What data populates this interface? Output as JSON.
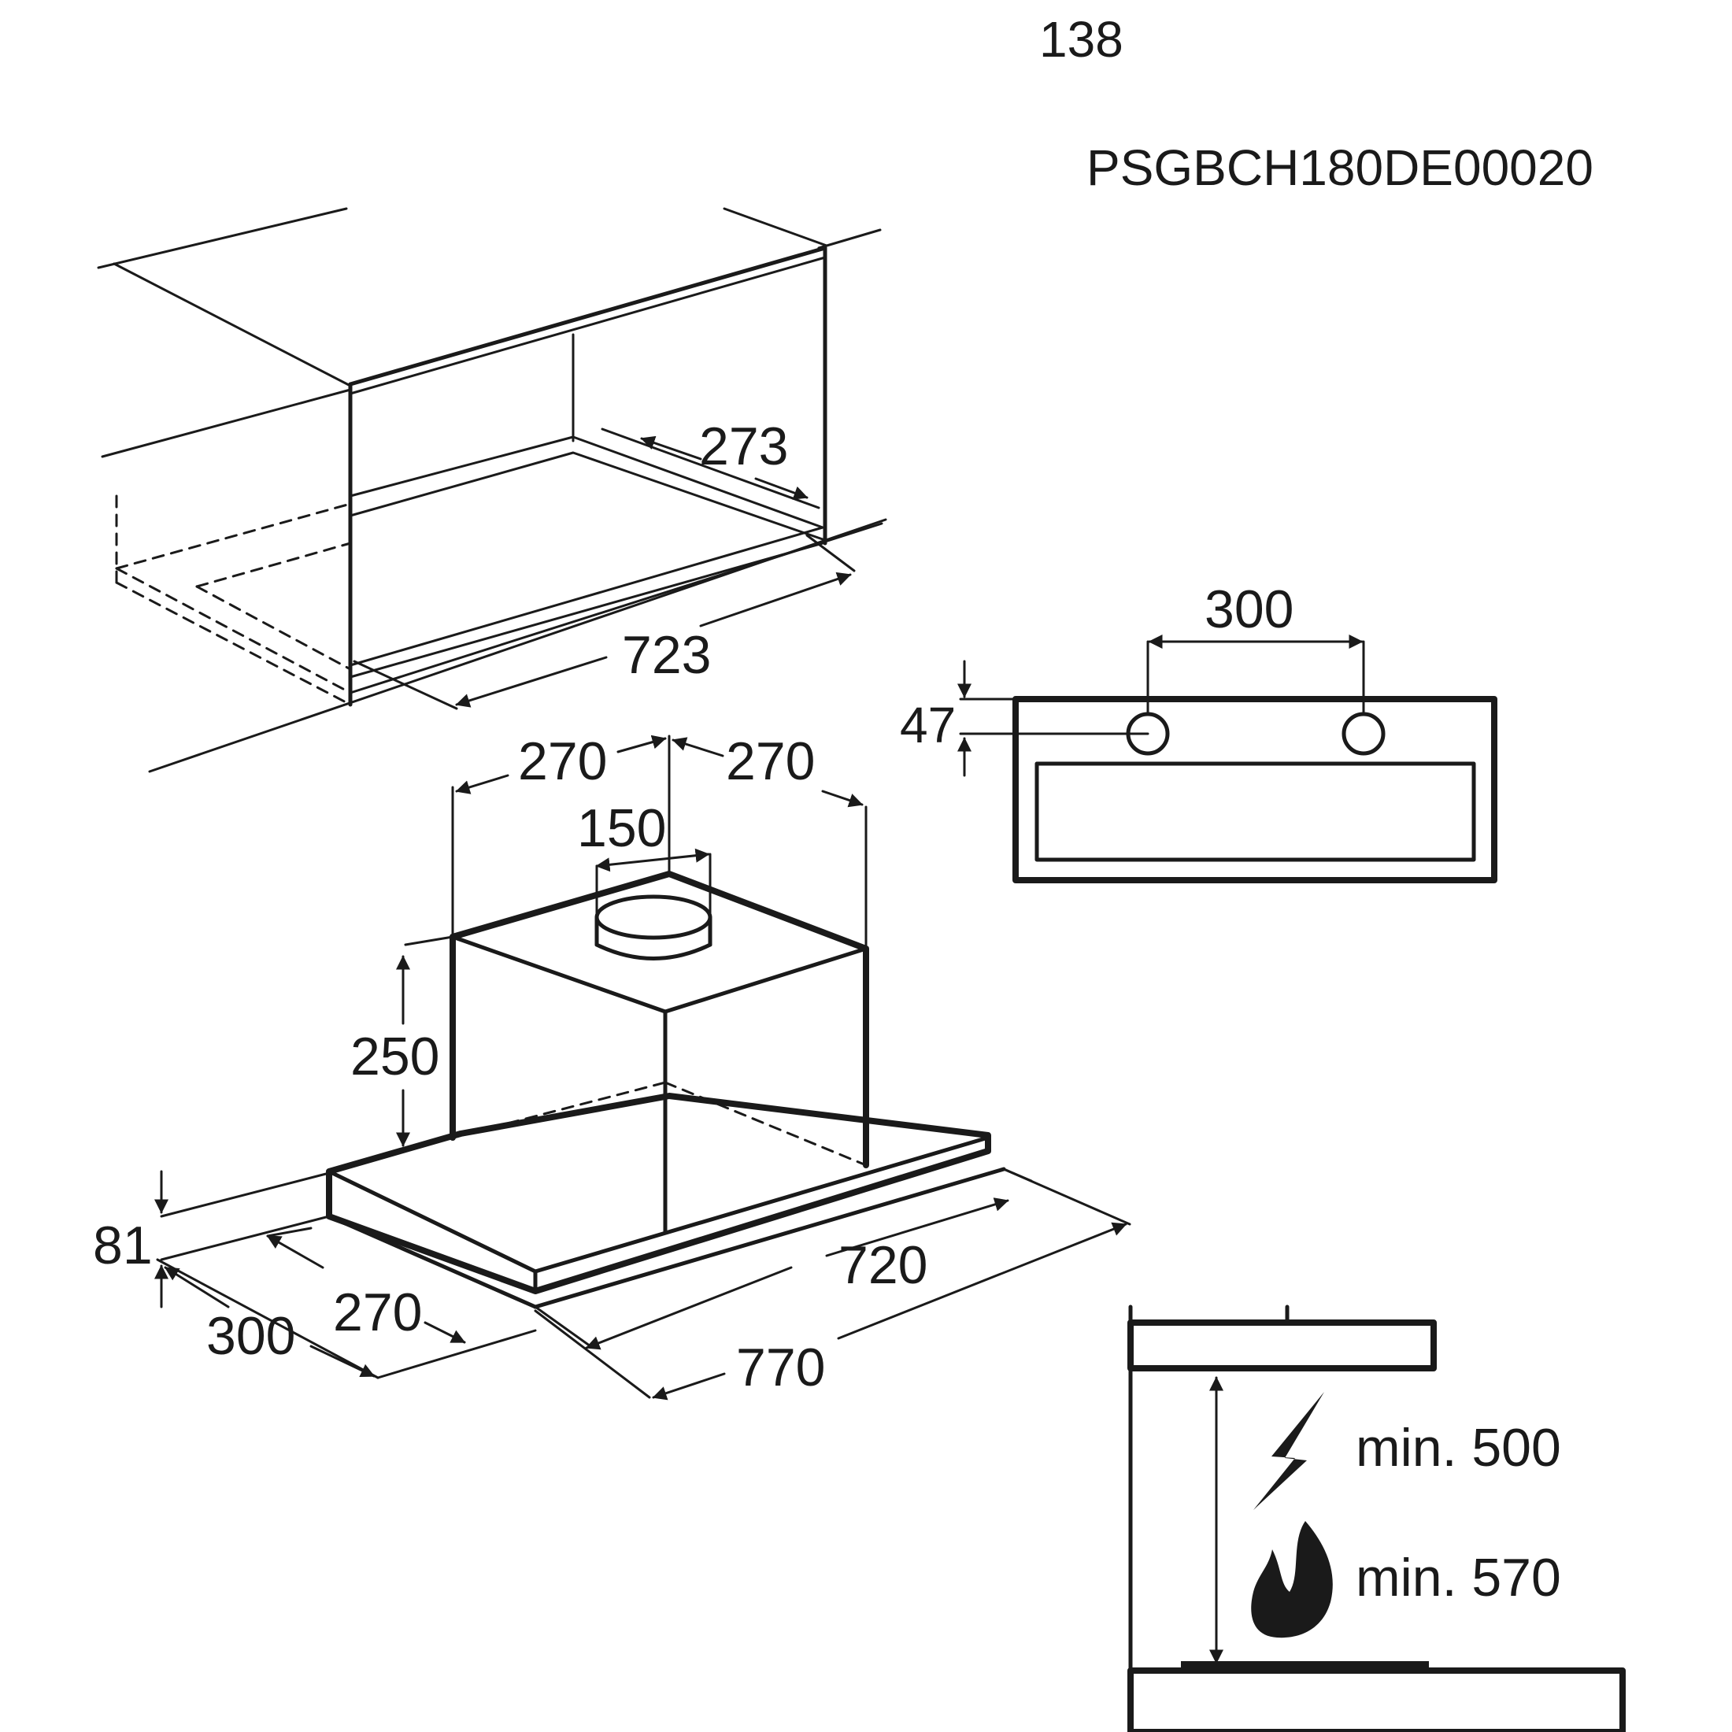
{
  "header": {
    "page_number": "138",
    "code": "PSGBCH180DE00020"
  },
  "cabinet_dims": {
    "depth": "273",
    "width": "723"
  },
  "hood_dims": {
    "top_left": "270",
    "top_right": "270",
    "outlet": "150",
    "height": "250",
    "bottom_thickness": "81",
    "depth_inner": "270",
    "depth_outer": "300",
    "width_inner": "720",
    "width_outer": "770"
  },
  "front_view_dims": {
    "spacing": "300",
    "offset": "47"
  },
  "clearances": {
    "electric": "min. 500",
    "gas": "min. 570"
  },
  "icons": [
    "lightning-icon",
    "flame-icon"
  ]
}
